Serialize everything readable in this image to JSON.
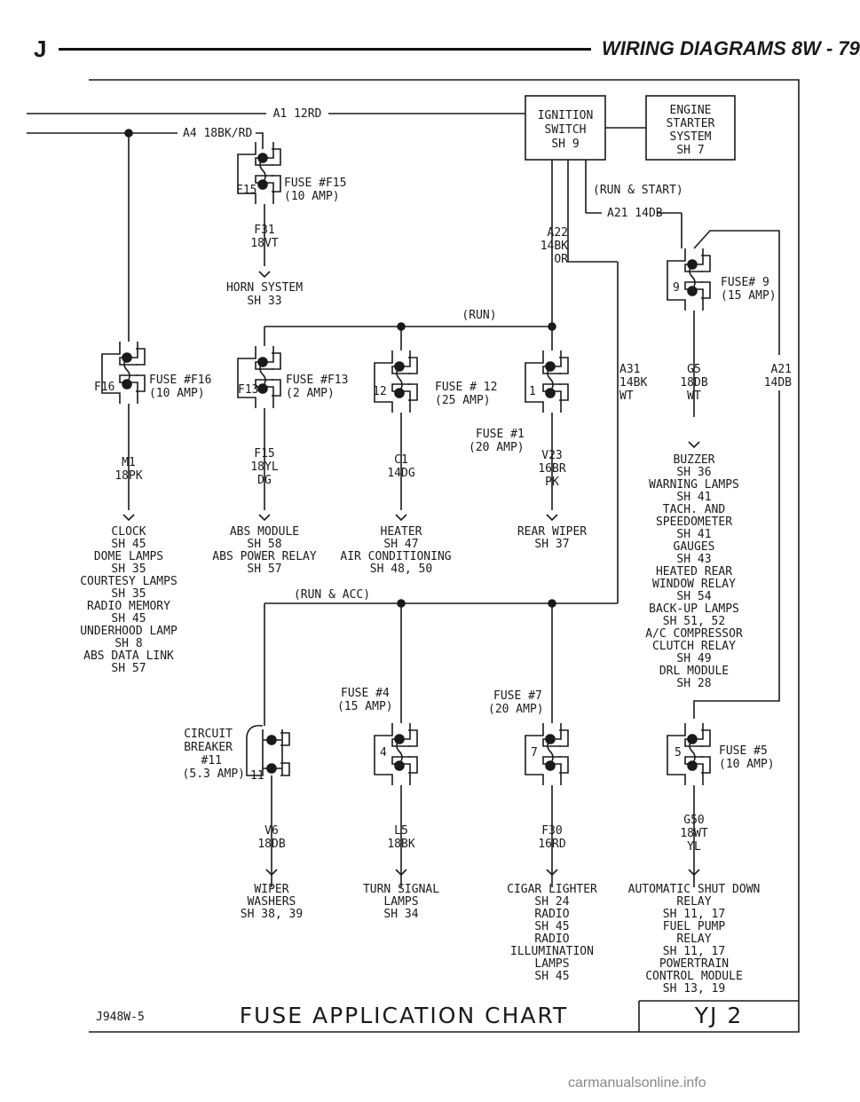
{
  "header": {
    "letter": "J",
    "title": "WIRING DIAGRAMS   8W - 79"
  },
  "wires": {
    "a1": "A1 12RD",
    "a4": "A4 18BK/RD",
    "a21_top": "A21 14DB",
    "run_start": "(RUN & START)",
    "run": "(RUN)",
    "run_acc": "(RUN & ACC)",
    "a22": [
      "A22",
      "14BK",
      "OR"
    ],
    "a31": [
      "A31",
      "14BK",
      "WT"
    ],
    "g5": [
      "G5",
      "18DB",
      "WT"
    ],
    "a21_side": [
      "A21",
      "14DB"
    ],
    "f31": [
      "F31",
      "18VT"
    ],
    "m1": [
      "M1",
      "18PK"
    ],
    "f15w": [
      "F15",
      "18YL",
      "DG"
    ],
    "c1": [
      "C1",
      "14DG"
    ],
    "v23": [
      "V23",
      "16BR",
      "PK"
    ],
    "v6": [
      "V6",
      "18DB"
    ],
    "l5": [
      "L5",
      "18BK"
    ],
    "f30": [
      "F30",
      "16RD"
    ],
    "g50": [
      "G50",
      "18WT",
      "YL"
    ]
  },
  "boxes": {
    "ignition": [
      "IGNITION",
      "SWITCH",
      "SH 9"
    ],
    "starter": [
      "ENGINE",
      "STARTER",
      "SYSTEM",
      "SH 7"
    ]
  },
  "fuses": {
    "f15": {
      "id": "F15",
      "label": [
        "FUSE #F15",
        "(10 AMP)"
      ]
    },
    "f9": {
      "id": "9",
      "label": [
        "FUSE# 9",
        "(15 AMP)"
      ]
    },
    "f16": {
      "id": "F16",
      "label": [
        "FUSE #F16",
        "(10 AMP)"
      ]
    },
    "f13": {
      "id": "F13",
      "label": [
        "FUSE #F13",
        "(2 AMP)"
      ]
    },
    "f12": {
      "id": "12",
      "label": [
        "FUSE # 12",
        "(25 AMP)"
      ]
    },
    "f1": {
      "id": "1",
      "label": [
        "FUSE #1",
        "(20 AMP)"
      ]
    },
    "cb11": {
      "id": "11",
      "label": [
        "CIRCUIT",
        "BREAKER",
        "#11",
        "(5.3 AMP)"
      ]
    },
    "f4": {
      "id": "4",
      "label": [
        "FUSE #4",
        "(15 AMP)"
      ]
    },
    "f7": {
      "id": "7",
      "label": [
        "FUSE #7",
        "(20 AMP)"
      ]
    },
    "f5": {
      "id": "5",
      "label": [
        "FUSE #5",
        "(10 AMP)"
      ]
    }
  },
  "loads": {
    "horn": [
      "HORN SYSTEM",
      "SH 33"
    ],
    "m1": [
      "CLOCK",
      "SH 45",
      "DOME LAMPS",
      "SH 35",
      "COURTESY LAMPS",
      "SH 35",
      "RADIO MEMORY",
      "SH 45",
      "UNDERHOOD LAMP",
      "SH 8",
      "ABS DATA LINK",
      "SH 57"
    ],
    "abs": [
      "ABS MODULE",
      "SH 58",
      "ABS POWER RELAY",
      "SH 57"
    ],
    "heater": [
      "HEATER",
      "SH 47",
      "AIR CONDITIONING",
      "SH 48, 50"
    ],
    "wiper": [
      "REAR WIPER",
      "SH 37"
    ],
    "buzzer": [
      "BUZZER",
      "SH 36",
      "WARNING LAMPS",
      "SH 41",
      "TACH. AND",
      "SPEEDOMETER",
      "SH 41",
      "GAUGES",
      "SH 43",
      "HEATED REAR",
      "WINDOW RELAY",
      "SH 54",
      "BACK-UP LAMPS",
      "SH 51, 52",
      "A/C COMPRESSOR",
      "CLUTCH RELAY",
      "SH 49",
      "DRL MODULE",
      "SH 28"
    ],
    "washers": [
      "WIPER",
      "WASHERS",
      "SH 38, 39"
    ],
    "turn": [
      "TURN SIGNAL",
      "LAMPS",
      "SH 34"
    ],
    "cigar": [
      "CIGAR LIGHTER",
      "SH 24",
      "RADIO",
      "SH 45",
      "RADIO",
      "ILLUMINATION",
      "LAMPS",
      "SH 45"
    ],
    "asd": [
      "AUTOMATIC SHUT DOWN",
      "RELAY",
      "SH 11, 17",
      "FUEL PUMP",
      "RELAY",
      "SH 11, 17",
      "POWERTRAIN",
      "CONTROL MODULE",
      "SH 13, 19"
    ]
  },
  "footer": {
    "code": "J948W-5",
    "title": "FUSE APPLICATION CHART",
    "model": "YJ  2"
  },
  "watermark": "carmanualsonline.info"
}
